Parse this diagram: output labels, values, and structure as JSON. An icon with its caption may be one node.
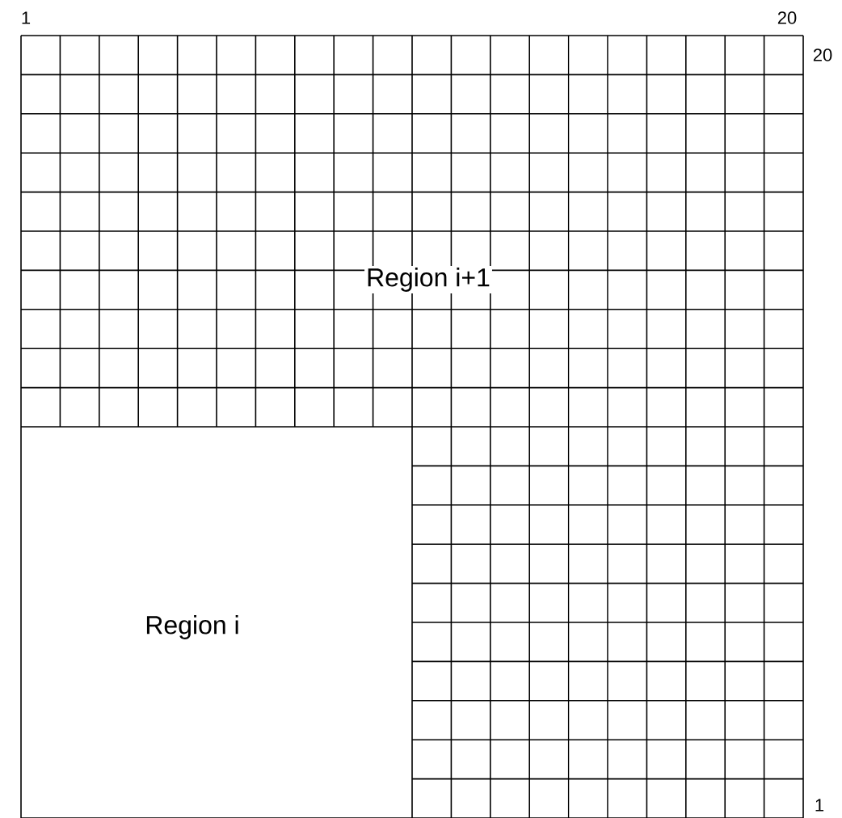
{
  "diagram": {
    "labels": [
      "1",
      "20",
      "20",
      "Region i+1",
      "Region i",
      "1"
    ]
  }
}
